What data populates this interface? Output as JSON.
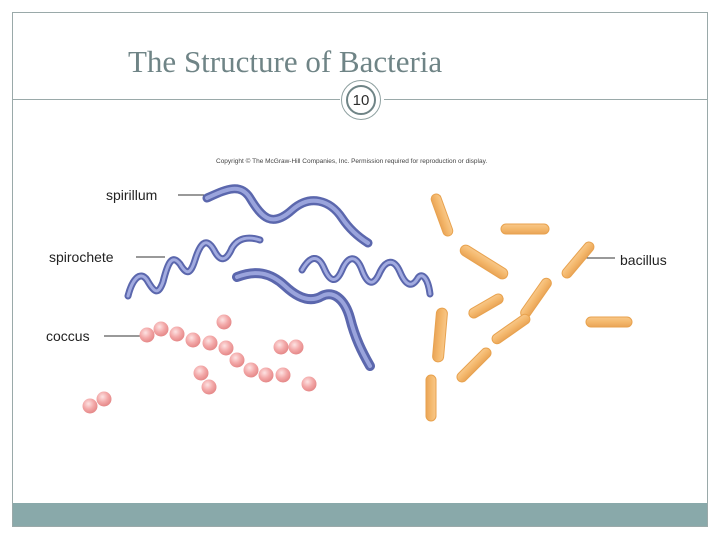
{
  "slide": {
    "title": "The Structure of Bacteria",
    "page_number": "10",
    "copyright": "Copyright © The McGraw-Hill Companies, Inc. Permission required for reproduction or display."
  },
  "labels": {
    "spirillum": "spirillum",
    "spirochete": "spirochete",
    "coccus": "coccus",
    "bacillus": "bacillus"
  },
  "colors": {
    "frame": "#9aa9a9",
    "title": "#6f8486",
    "footer": "#89a9aa",
    "spirillum_blue": "#7480bf",
    "coccus_pink": "#f2a4a4",
    "bacillus_orange": "#f4b86c"
  }
}
